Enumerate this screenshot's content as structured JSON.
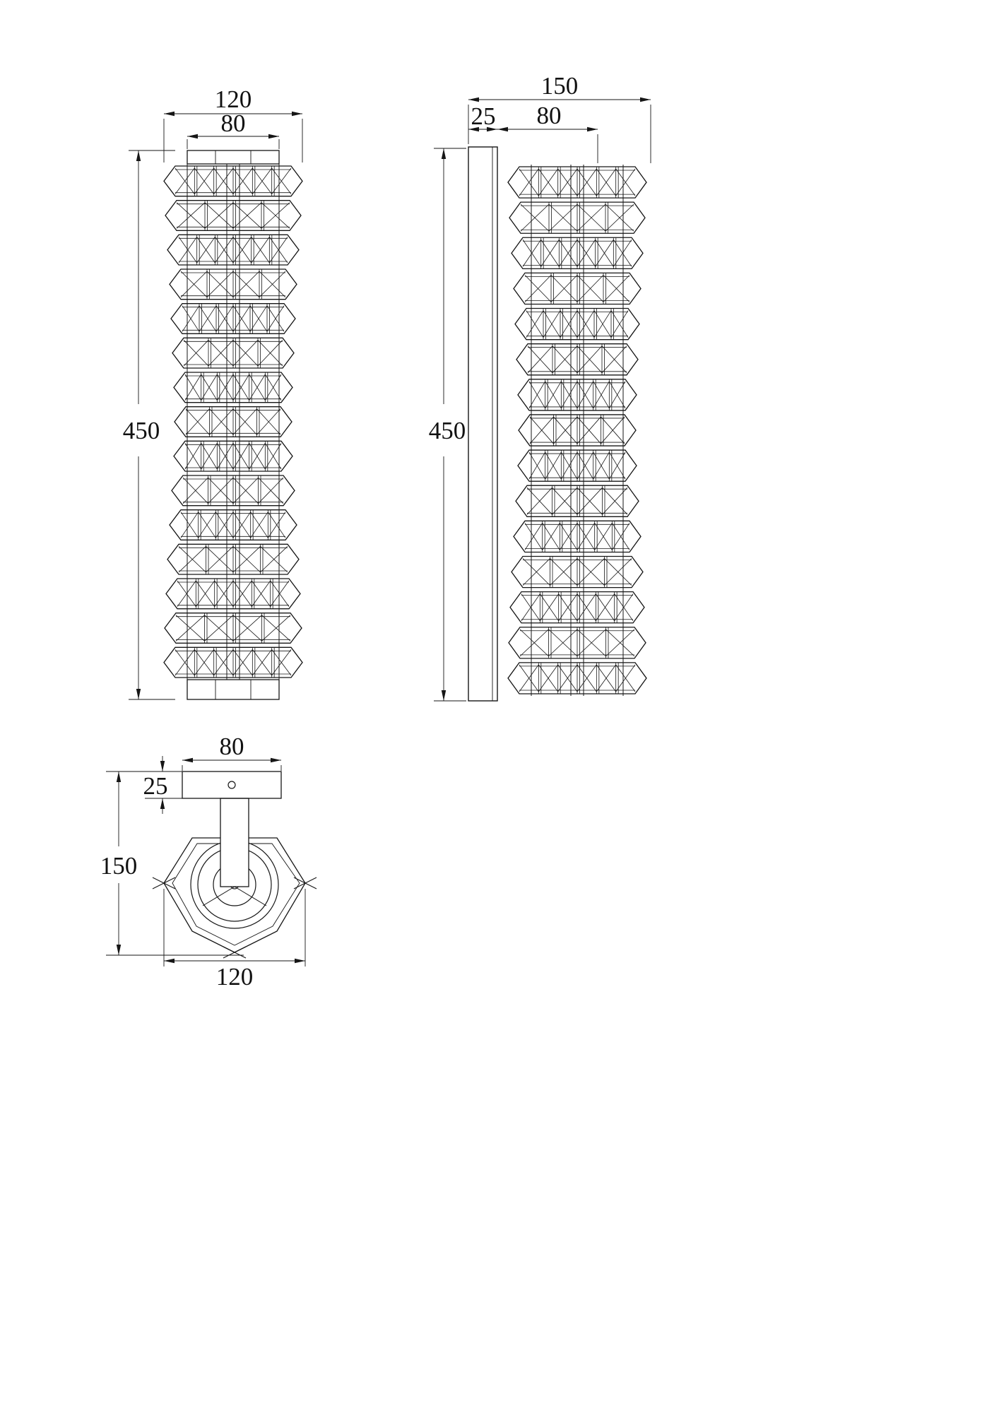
{
  "drawing": {
    "front_view": {
      "dim_width_outer": "120",
      "dim_width_inner": "80",
      "dim_height": "450"
    },
    "side_view": {
      "dim_width_total": "150",
      "dim_backplate_depth": "25",
      "dim_width_inner": "80",
      "dim_height": "450"
    },
    "plan_view": {
      "dim_plate_width": "80",
      "dim_plate_depth": "25",
      "dim_total_depth": "150",
      "dim_width": "120"
    }
  }
}
